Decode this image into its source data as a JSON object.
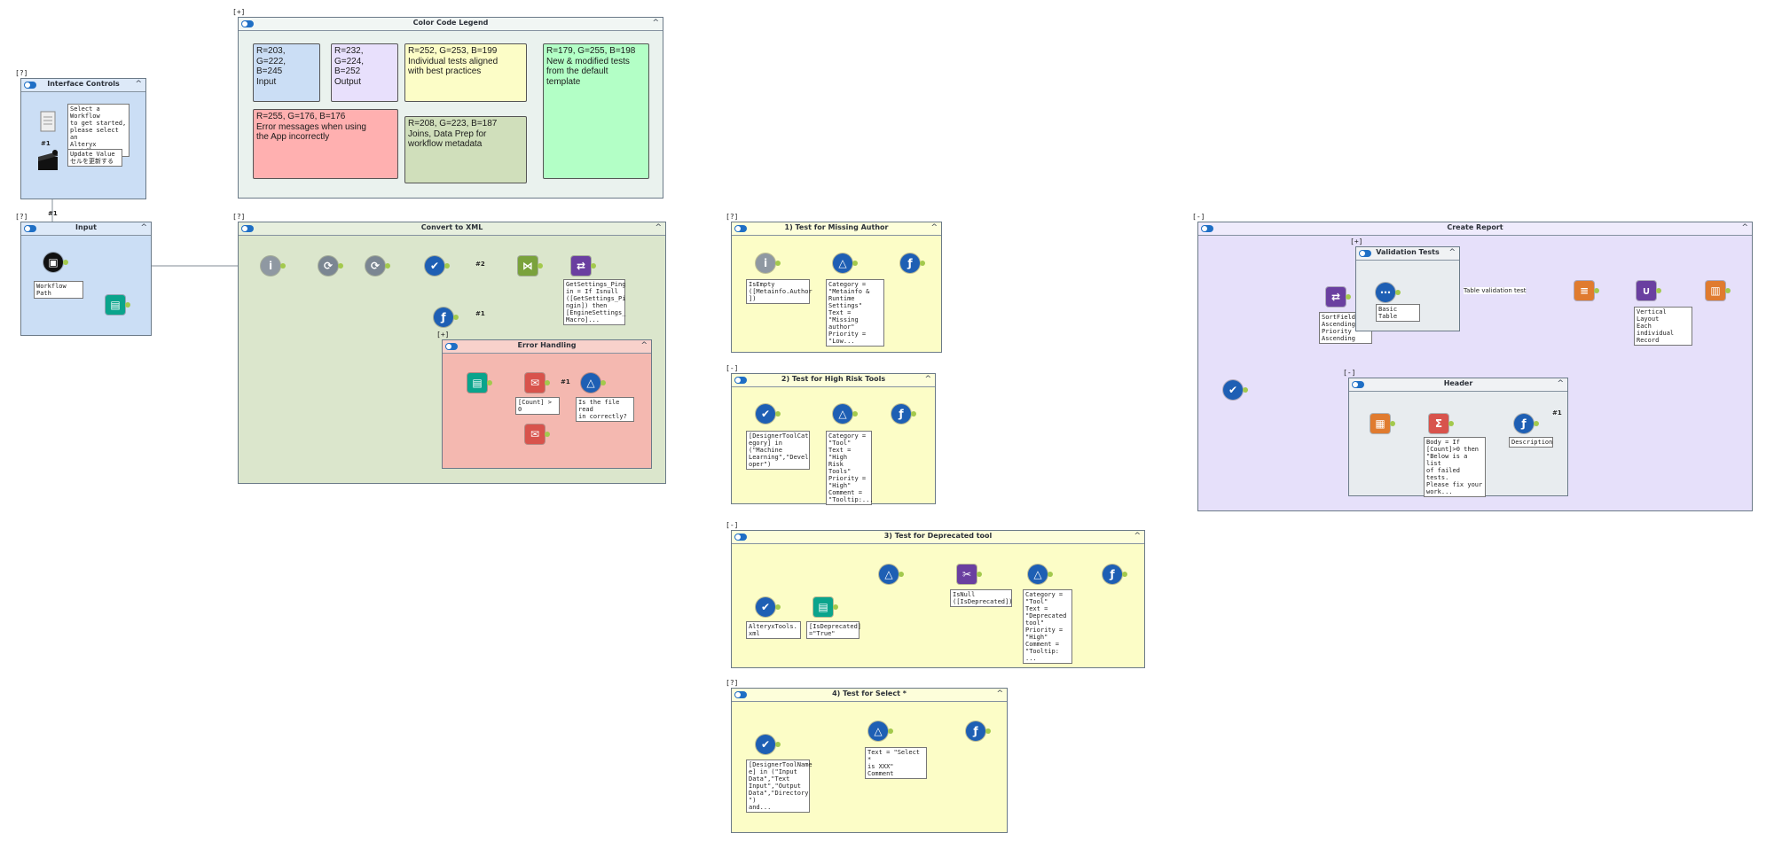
{
  "colors": {
    "input": "#cbdef5",
    "output": "#e8e0fc",
    "best_practice": "#fcfdc7",
    "new_modified": "#b3ffc6",
    "error": "#ffb0b0",
    "joins": "#d0dfbb",
    "legend_bg": "#eaf2ee",
    "interface_bg": "#cbdef5",
    "report_bg": "#e6e0fa",
    "sub_gray": "#e8ecef",
    "error_bg": "#f4b8b0"
  },
  "containers": {
    "legend": {
      "number": "[+]",
      "title": "Color Code Legend"
    },
    "interface_controls": {
      "number": "[?]",
      "title": "Interface Controls"
    },
    "input": {
      "number": "[?]",
      "title": "Input"
    },
    "convert": {
      "number": "[?]",
      "title": "Convert to XML"
    },
    "error_handling": {
      "number": "[+]",
      "title": "Error Handling"
    },
    "test1": {
      "number": "[?]",
      "title": "1) Test for Missing Author"
    },
    "test2": {
      "number": "[-]",
      "title": "2) Test for High Risk Tools"
    },
    "test3": {
      "number": "[-]",
      "title": "3) Test for Deprecated tool"
    },
    "test4": {
      "number": "[?]",
      "title": "4) Test for Select *"
    },
    "report": {
      "number": "[-]",
      "title": "Create Report"
    },
    "validation": {
      "number": "[+]",
      "title": "Validation Tests"
    },
    "header": {
      "number": "[-]",
      "title": "Header"
    }
  },
  "legend_items": [
    {
      "text": "R=203,\nG=222,\nB=245\nInput",
      "color_key": "input"
    },
    {
      "text": "R=232,\nG=224,\nB=252\nOutput",
      "color_key": "output"
    },
    {
      "text": "R=252, G=253, B=199\nIndividual tests aligned\nwith best practices",
      "color_key": "best_practice"
    },
    {
      "text": "R=179, G=255, B=198\nNew & modified tests\nfrom the default\ntemplate",
      "color_key": "new_modified"
    },
    {
      "text": "R=255, G=176, B=176\nError messages when using\nthe App incorrectly",
      "color_key": "error"
    },
    {
      "text": "R=208, G=223, B=187\nJoins, Data Prep for\nworkflow metadata",
      "color_key": "joins"
    }
  ],
  "annotations": {
    "interface_select": "Select a\nWorkflow\nto get started,\nplease select an\nAlteryx workflow",
    "interface_update": "Update Value\nセルを更新する",
    "input_path": "Workflow Path",
    "convert_formula": "GetSettings_Ping\nin = If Isnull\n([GetSettings_Pi\nngin]) then\n[EngineSettings_\nMacro]...",
    "error_filter": "[Count] > 0",
    "error_message": "Is the file read\nin correctly?",
    "t1_filter": "IsEmpty\n([Metainfo.Author\n])",
    "t1_formula": "Category =\n\"Metainfo &\nRuntime\nSettings\"\nText = \"Missing\nauthor\"\nPriority =\n\"Low...",
    "t2_filter": "[DesignerToolCat\negory] in\n(\"Machine\nLearning\",\"Devel\noper\")",
    "t2_formula": "Category =\n\"Tool\"\nText = \"High\nRisk Tools\"\nPriority =\n\"High\"\nComment =\n\"Tooltip:...",
    "t3_input": "AlteryxTools.\nxml",
    "t3_filter1": "[IsDeprecated]\n=\"True\"",
    "t3_filter2": "IsNull\n([IsDeprecated])",
    "t3_formula": "Category =\n\"Tool\"\nText =\n\"Deprecated\ntool\"\nPriority =\n\"High\"\nComment =\n\"Tooltip: ...",
    "t4_filter": "[DesignerToolName\ne] in (\"Input\nData\",\"Text\nInput\",\"Output\nData\",\"Directory\n\")\nand...",
    "t4_formula": "Text = \"Select *\nis XXX\"\nComment",
    "report_sort": "SortFields:\nAscending\nPriority -\nAscending",
    "report_table": "Basic Table",
    "report_layout": "Vertical Layout\nEach individual\nRecord",
    "report_formula": "Body = If\n[Count]>0 then\n\"Below is a list\nof failed tests.\nPlease fix your\nwork...",
    "report_desc": "Description",
    "validation_wire_label": "Table validation test"
  },
  "wire_counts": {
    "c1": "#1",
    "c2": "#2",
    "c3": "#1",
    "c4": "#1",
    "c5": "#1",
    "c6": "#1",
    "c7": "#1"
  },
  "tool_icons": [
    "action-icon",
    "input-folder-icon",
    "info-icon",
    "xml-parse-icon",
    "xml-parse-icon",
    "select-icon",
    "join-icon",
    "transpose-icon",
    "formula-icon",
    "input-folder-icon",
    "message-icon",
    "filter-icon",
    "message-icon",
    "info-icon",
    "filter-icon",
    "formula-icon",
    "select-icon",
    "filter-icon",
    "formula-icon",
    "select-icon",
    "input-folder-icon",
    "filter-icon",
    "find-replace-icon",
    "filter-icon",
    "formula-icon",
    "select-icon",
    "filter-icon",
    "formula-icon",
    "select-icon",
    "transpose-icon",
    "sort-icon",
    "table-icon",
    "summarize-icon",
    "formula-icon",
    "text-report-icon",
    "union-icon",
    "layout-icon",
    "render-icon"
  ]
}
